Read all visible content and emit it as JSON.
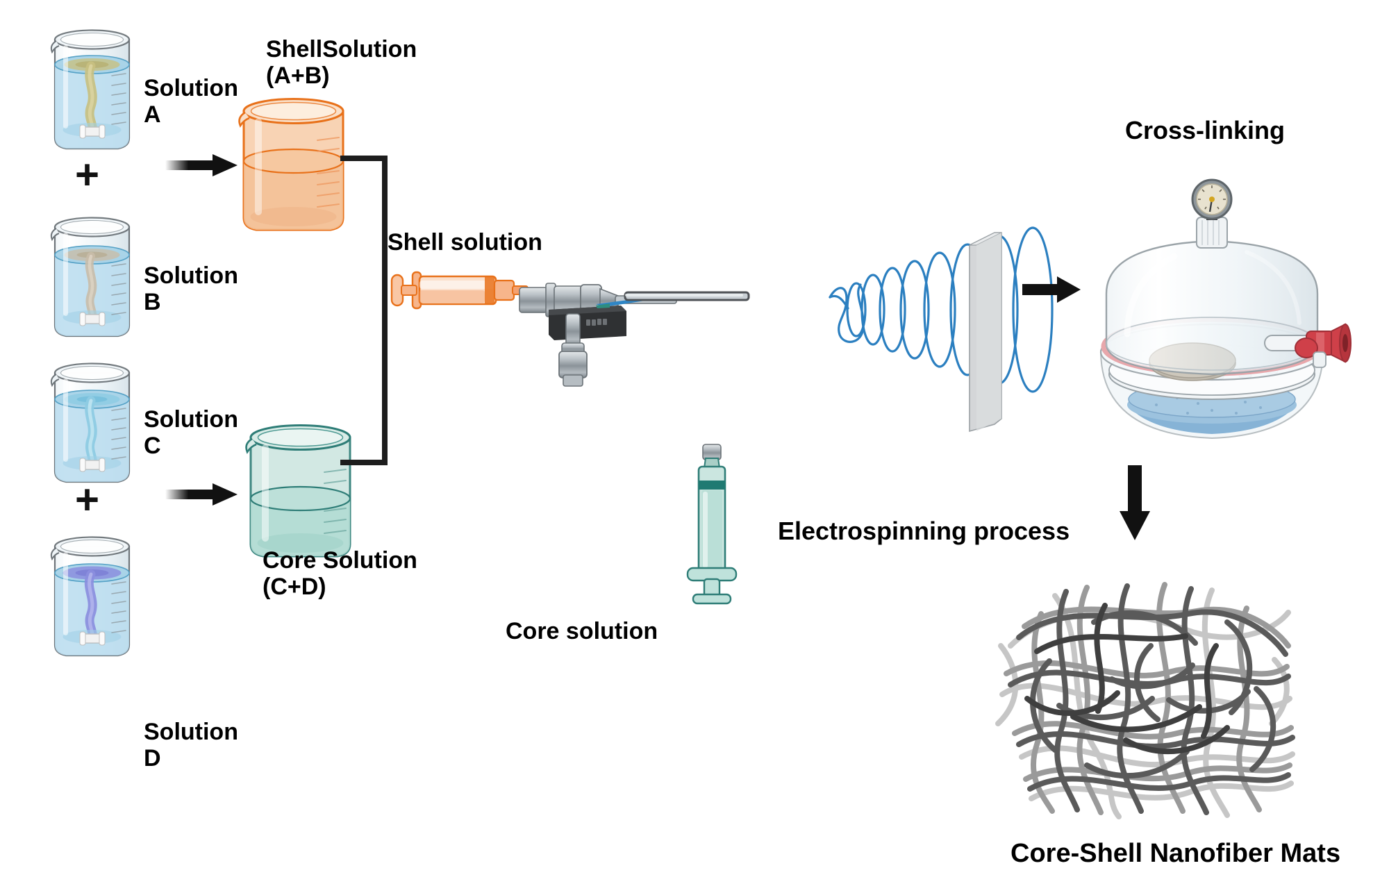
{
  "diagram": {
    "title": "Coaxial electrospinning of core-shell nanofiber mats",
    "background": "#ffffff"
  },
  "labels": {
    "solution_a": "Solution\nA",
    "solution_b": "Solution\nB",
    "solution_c": "Solution\nC",
    "solution_d": "Solution\nD",
    "shell_solution_beaker": "ShellSolution\n(A+B)",
    "core_solution_beaker": "Core Solution\n(C+D)",
    "shell_solution_syringe": "Shell solution",
    "core_solution_syringe": "Core solution",
    "electrospinning": "Electrospinning process",
    "cross_linking": "Cross-linking",
    "nanofiber_mats": "Core-Shell Nanofiber Mats",
    "plus_top": "+",
    "plus_bottom": "+"
  },
  "colors": {
    "solution_a_vortex": "#c8c081",
    "solution_b_vortex": "#c9bda8",
    "solution_c_vortex": "#8ecbe3",
    "solution_d_vortex": "#8b8ede",
    "beaker_water": "#b8dcee",
    "beaker_glass_stroke": "#6d7479",
    "shell_beaker_stroke": "#e8711a",
    "shell_beaker_fill": "#f8d3b4",
    "core_beaker_stroke": "#2e7d77",
    "core_beaker_fill": "#bcdfd8",
    "shell_syringe": "#f2996a",
    "core_syringe": "#79bdb2",
    "jet_blue": "#2b7fc0",
    "collector_grey": "#d4d6d8",
    "metal_grey": "#a9b0b5",
    "nozzle_dark": "#2f3133",
    "fiber_dark": "#5a5a5a",
    "fiber_light": "#b6b6b6",
    "desiccant_blue": "#86b3d6",
    "valve_red": "#cf4049",
    "gauge_face": "#e8e2cf",
    "arrow_black": "#111111"
  },
  "flow": {
    "steps": [
      {
        "id": "mix-shell",
        "from": [
          "Solution A",
          "Solution B"
        ],
        "to": "ShellSolution (A+B)"
      },
      {
        "id": "mix-core",
        "from": [
          "Solution C",
          "Solution D"
        ],
        "to": "Core Solution (C+D)"
      },
      {
        "id": "feed",
        "from": [
          "ShellSolution (A+B)",
          "Core Solution (C+D)"
        ],
        "to": "Coaxial spinneret"
      },
      {
        "id": "spin",
        "from": "Coaxial spinneret",
        "to": "Collector plate"
      },
      {
        "id": "crosslink",
        "from": "Collector plate",
        "to": "Vacuum desiccator"
      },
      {
        "id": "product",
        "from": "Vacuum desiccator",
        "to": "Core-Shell Nanofiber Mats"
      }
    ]
  },
  "apparatus": {
    "desiccator": {
      "gauge": "pressure-gauge",
      "valve": "stopcock-valve",
      "desiccant": "blue-desiccant-bed",
      "sample": "sample-disc"
    },
    "spinneret": {
      "type": "coaxial",
      "needle": "blunt-needle"
    },
    "collector": {
      "type": "flat-plate"
    }
  }
}
